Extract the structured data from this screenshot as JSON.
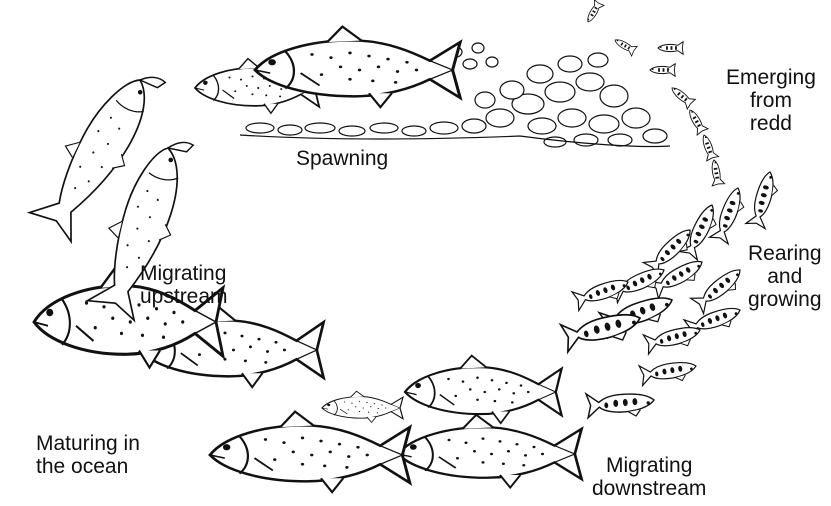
{
  "diagram": {
    "stages": [
      {
        "id": "spawning",
        "lines": [
          "Spawning"
        ]
      },
      {
        "id": "emerging",
        "lines": [
          "Emerging",
          "from",
          "redd"
        ]
      },
      {
        "id": "rearing",
        "lines": [
          "Rearing",
          "and",
          "growing"
        ]
      },
      {
        "id": "downstream",
        "lines": [
          "Migrating",
          "downstream"
        ]
      },
      {
        "id": "ocean",
        "lines": [
          "Maturing in",
          "the ocean"
        ]
      },
      {
        "id": "upstream",
        "lines": [
          "Migrating",
          "upstream"
        ]
      }
    ]
  },
  "colors": {
    "ink": "#111111",
    "background": "#ffffff",
    "fish_fill": "#ffffff"
  }
}
